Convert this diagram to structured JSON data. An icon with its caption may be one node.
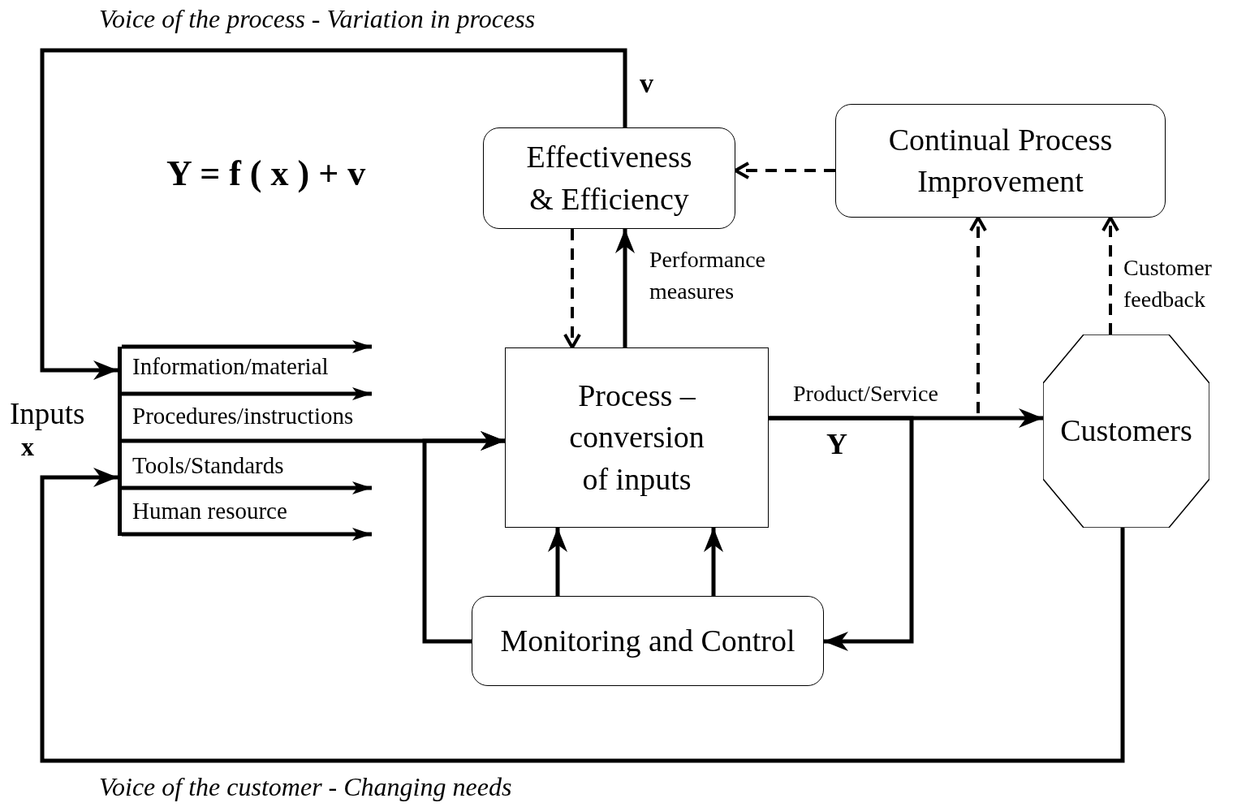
{
  "diagram": {
    "nodes": [
      {
        "text": [
          "Effectiveness & Efficiency"
        ]
      },
      {
        "text": [
          "Continual Process Improvement"
        ]
      },
      {
        "text": [],
        "shape": "bar"
      },
      {
        "text": [
          "Process – conversion of inputs"
        ]
      },
      {
        "text": [
          "Customers"
        ]
      },
      {
        "text": [
          "Monitoring and Control"
        ]
      }
    ],
    "edges": [
      {
        "from": 0,
        "to": 2,
        "arrow": "to",
        "label": "Voice of  the process -  Variation in process"
      },
      {
        "from": 4,
        "to": 2,
        "arrow": "to",
        "label": "Voice of  the customer -   Changing  needs"
      },
      {
        "from": 1,
        "to": 0,
        "arrow": "to",
        "style": "dashed"
      },
      {
        "from": 0,
        "to": 3,
        "arrow": "to",
        "style": "dashed"
      },
      {
        "from": 3,
        "to": 0,
        "arrow": "to",
        "label": "Performance measures"
      },
      {
        "from": 2,
        "to": 3,
        "arrow": "to"
      },
      {
        "from": 3,
        "to": 4,
        "arrow": "to",
        "label": "Product/Service"
      },
      {
        "from": 3,
        "to": 1,
        "arrow": "to",
        "style": "dashed"
      },
      {
        "from": 4,
        "to": 1,
        "arrow": "to",
        "style": "dashed",
        "label": "Customer feedback"
      },
      {
        "from": 3,
        "to": 5,
        "arrow": "to"
      },
      {
        "from": 5,
        "to": 3,
        "arrow": "to"
      },
      {
        "from": 5,
        "to": 3,
        "arrow": "to"
      },
      {
        "from": 5,
        "to": 3,
        "arrow": "to"
      },
      {
        "from": 2,
        "to": null,
        "arrow": "to"
      },
      {
        "from": 2,
        "to": null,
        "arrow": "to"
      },
      {
        "from": 2,
        "to": null,
        "arrow": "to"
      },
      {
        "from": 2,
        "to": null,
        "arrow": "to"
      }
    ],
    "labels": [
      "v",
      "Y = f ( x ) + v",
      "Information/material",
      "Inputs",
      "Procedures/instructions",
      "x",
      "Tools/Standards",
      "Human resource",
      "Y"
    ]
  }
}
